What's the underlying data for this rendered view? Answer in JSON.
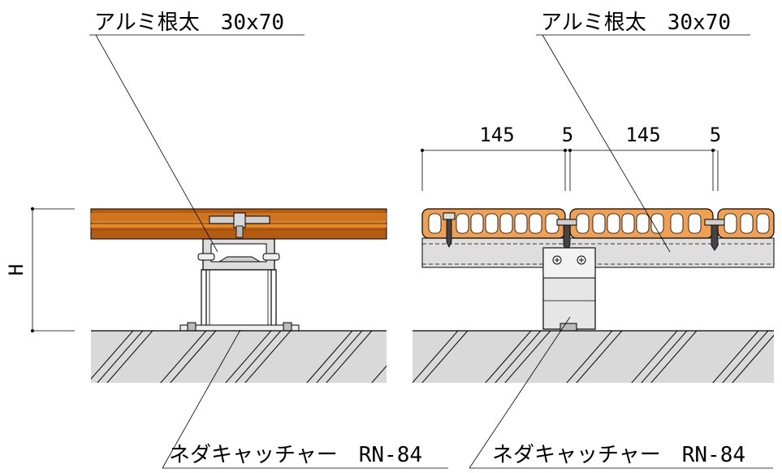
{
  "labels": {
    "joist_left": "アルミ根太　30x70",
    "joist_right": "アルミ根太　30x70",
    "catcher_left": "ネダキャッチャー　RN-84",
    "catcher_right": "ネダキャッチャー　RN-84"
  },
  "dimensions": {
    "height_symbol": "H",
    "board_width_1": "145",
    "gap_1": "5",
    "board_width_2": "145",
    "gap_2": "5"
  },
  "colors": {
    "wood_dark": "#a5520c",
    "wood_light": "#d97a1e",
    "deck_board": "#f0a050",
    "joist_gray": "#dedede",
    "ground_gray": "#d9d9d9"
  }
}
